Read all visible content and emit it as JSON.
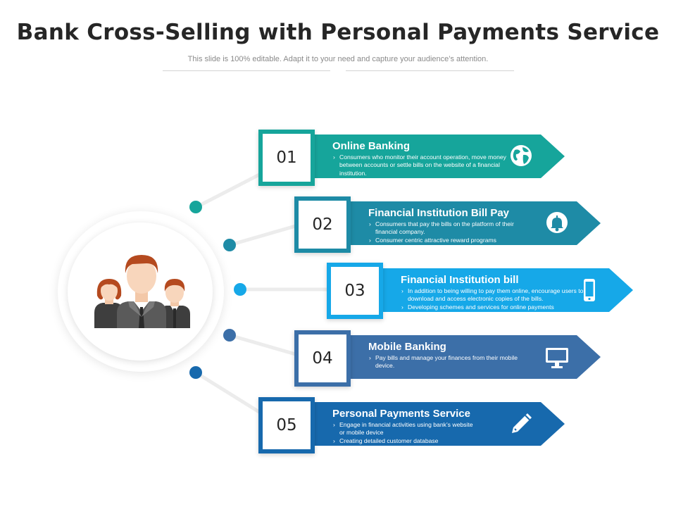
{
  "header": {
    "title": "Bank Cross-Selling with Personal Payments Service",
    "subtitle": "This slide is 100% editable. Adapt it to your need and capture your audience’s attention."
  },
  "colors": {
    "teal": "#16a59b",
    "dark_teal": "#1e8ba6",
    "sky_blue": "#16a8e8",
    "steel_blue": "#3c6fa8",
    "royal_blue": "#1769ad"
  },
  "center_icon": "people-group-icon",
  "items": [
    {
      "number": "01",
      "title": "Online Banking",
      "bullets": [
        "Consumers who monitor their account operation, move money between accounts or settle bills on the website of a financial institution."
      ],
      "icon": "globe-icon"
    },
    {
      "number": "02",
      "title": "Financial Institution Bill Pay",
      "bullets": [
        "Consumers that pay the bills on the platform of their financial company.",
        "Consumer centric attractive reward programs"
      ],
      "icon": "bell-icon"
    },
    {
      "number": "03",
      "title": "Financial Institution bill",
      "bullets": [
        "In addition to being willing to pay them online, encourage users to download and access electronic copies of the bills.",
        "Developing schemes and services for online payments"
      ],
      "icon": "smartphone-icon"
    },
    {
      "number": "04",
      "title": "Mobile Banking",
      "bullets": [
        "Pay bills and manage your finances from their mobile device."
      ],
      "icon": "monitor-icon"
    },
    {
      "number": "05",
      "title": "Personal Payments Service",
      "bullets": [
        "Engage in financial activities using bank’s website or mobile device",
        "Creating detailed customer database"
      ],
      "icon": "pen-icon"
    }
  ]
}
